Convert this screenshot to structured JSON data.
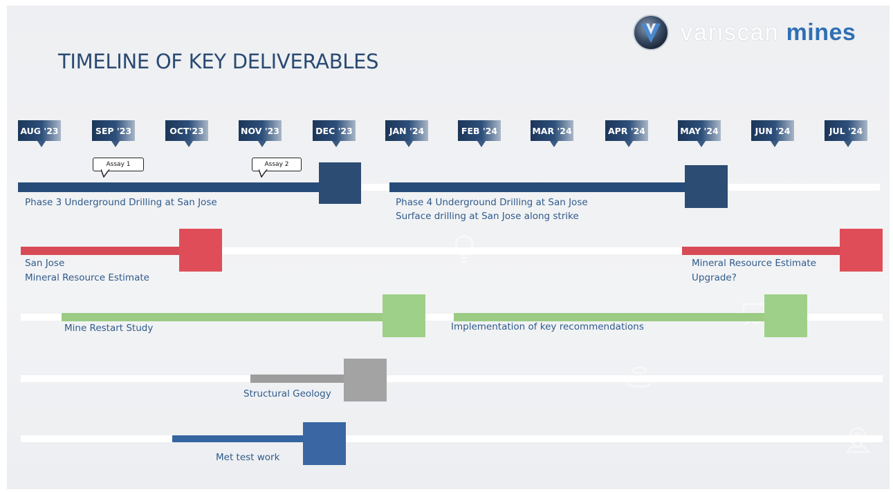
{
  "title": "TIMELINE OF KEY DELIVERABLES",
  "logo": {
    "word1": "variscan",
    "word2": "mines"
  },
  "months": [
    "AUG '23",
    "SEP '23",
    "OCT'23",
    "NOV '23",
    "DEC '23",
    "JAN '24",
    "FEB '24",
    "MAR '24",
    "APR '24",
    "MAY '24",
    "JUN '24",
    "JUL '24"
  ],
  "callouts": [
    "Assay 1",
    "Assay 2"
  ],
  "rows": [
    {
      "colors": {
        "bar": "#284c7a",
        "block": "#2c4c74"
      },
      "labels": [
        "Phase 3 Underground Drilling at San Jose",
        "Phase 4 Underground Drilling at San Jose",
        "Surface drilling at San Jose along strike"
      ]
    },
    {
      "colors": {
        "bar": "#d84a55",
        "block": "#df4e58"
      },
      "labels": [
        "San Jose",
        "Mineral Resource Estimate",
        "Mineral Resource Estimate",
        "Upgrade?"
      ]
    },
    {
      "colors": {
        "bar": "#9ccb83",
        "block": "#9fd08a"
      },
      "labels": [
        "Mine Restart Study",
        "Implementation of key recommendations"
      ]
    },
    {
      "colors": {
        "bar": "#9d9d9d",
        "block": "#a3a3a3"
      },
      "labels": [
        "Structural Geology"
      ]
    },
    {
      "colors": {
        "bar": "#3565a0",
        "block": "#3a67a3"
      },
      "labels": [
        "Met test work"
      ]
    }
  ]
}
